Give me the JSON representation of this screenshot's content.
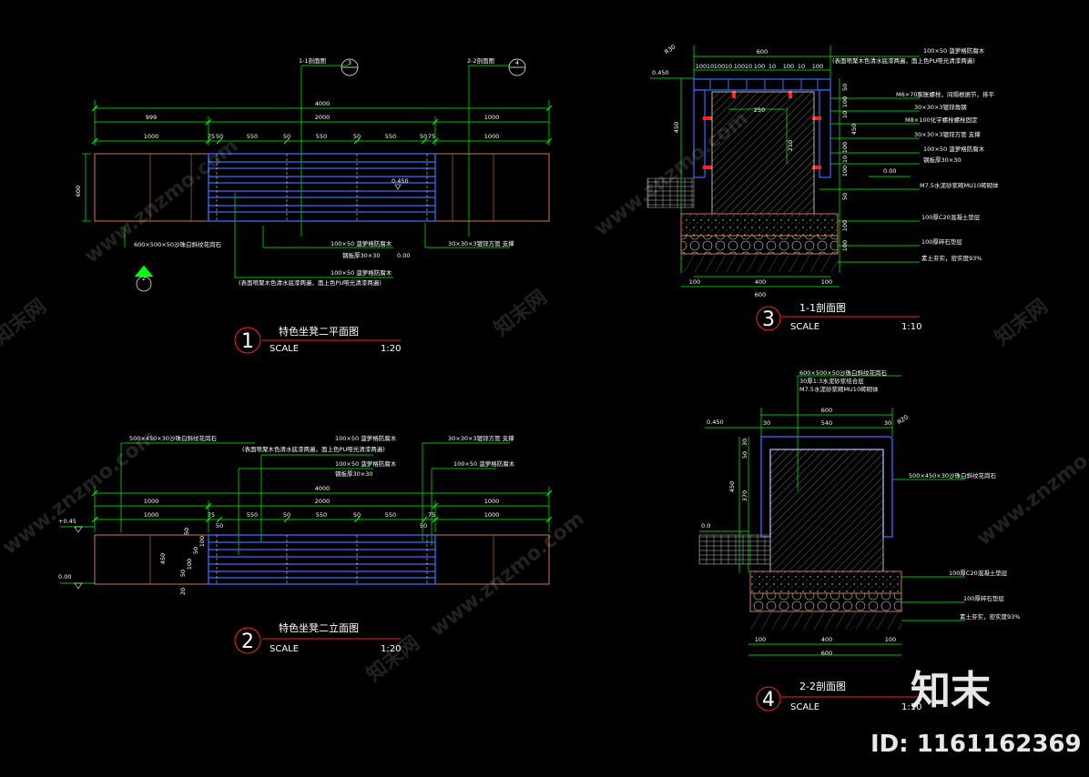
{
  "colors": {
    "background": "#000000",
    "dimension": "#00ff00",
    "outline": "#c87850",
    "slats": "#3a6cff",
    "title_line": "#ff2020",
    "leader": "#00ff00",
    "hatch": "#bbbbbb"
  },
  "watermark": {
    "logo": "知末",
    "id": "ID: 1161162369",
    "pattern": "www.znzmo.com",
    "pattern_cn": "知末网"
  },
  "plan": {
    "title": "特色坐凳二平面图",
    "scale_label": "SCALE",
    "scale": "1:20",
    "number": "1",
    "sec1": "1-1剖面图",
    "sec1_no": "3",
    "sec2": "2-2剖面图",
    "sec2_no": "4",
    "dims_total": "4000",
    "dims_row1": [
      "999",
      "2000",
      "1000"
    ],
    "dims_row2": [
      "1000",
      "75",
      "50",
      "550",
      "50",
      "550",
      "50",
      "550",
      "50",
      "75",
      "1000"
    ],
    "side_dim": "600",
    "level": "0.450",
    "level2": "0.00",
    "view_no": "2",
    "notes": [
      "600×500×50沙珠白斜纹花岗石",
      "100×50 菠萝格防腐木",
      "钢板厚30×30",
      "30×30×3镀锌方管 支撑",
      "100×50 菠萝格防腐木",
      "(表面喷聚木色清水底漆两遍，面上色PU哑光清漆两遍)"
    ]
  },
  "elevation": {
    "title": "特色坐凳二立面图",
    "scale_label": "SCALE",
    "scale": "1:20",
    "number": "2",
    "dims_total": "4000",
    "dims_row1": [
      "1000",
      "2000",
      "1000"
    ],
    "dims_row2": [
      "1000",
      "75",
      "50",
      "550",
      "50",
      "550",
      "50",
      "550",
      "50",
      "75",
      "1000"
    ],
    "level_top": "+0.45",
    "level_bottom": "0.00",
    "side_dims": [
      "50",
      "450",
      "20",
      "50",
      "100",
      "50",
      "100"
    ],
    "notes": [
      "500×450×30沙珠白斜纹花岗石",
      "100×50 菠萝格防腐木",
      "(表面喷聚木色清水底漆两遍，面上色PU哑光清漆两遍)",
      "100×50 菠萝格防腐木",
      "钢板厚30×30",
      "30×30×3镀锌方管 支撑",
      "100×50 菠萝格防腐木"
    ]
  },
  "section1": {
    "title": "1-1剖面图",
    "scale_label": "SCALE",
    "scale": "1:10",
    "number": "3",
    "radius": "R30",
    "level": "0.450",
    "level2": "0.00",
    "top_dims": [
      "600",
      "100",
      "10",
      "100",
      "10",
      "100",
      "10",
      "100",
      "10",
      "100",
      "10",
      "100"
    ],
    "inner_dims": [
      "250",
      "210"
    ],
    "side_dims": [
      "450"
    ],
    "right_dims": [
      "50",
      "100",
      "10",
      "100",
      "450",
      "10",
      "100",
      "50",
      "100",
      "100"
    ],
    "bottom_dims": [
      "100",
      "400",
      "100",
      "600"
    ],
    "notes": [
      "100×50 菠萝格防腐木",
      "(表面喷聚木色清水底漆两遍，面上色PU哑光清漆两遍)",
      "M6×70膨胀螺栓，间隔根据节，排平",
      "30×30×3镀锌角钢",
      "M8×100化学螺栓螺栓固定",
      "30×30×3镀锌方管 支撑",
      "100×50 菠萝格防腐木",
      "钢板厚30×30",
      "M7.5水泥砂浆砌MU10砖砌体",
      "100厚C20混凝土垫层",
      "100厚碎石垫层",
      "素土夯实，密实度93%"
    ]
  },
  "section2": {
    "title": "2-2剖面图",
    "scale_label": "SCALE",
    "scale": "1:10",
    "number": "4",
    "radius": "R20",
    "level": "0.450",
    "level2": "0.0",
    "top_dims": [
      "600",
      "30",
      "540",
      "30"
    ],
    "side_dims": [
      "30",
      "50",
      "370",
      "450"
    ],
    "bottom_dims": [
      "100",
      "400",
      "100",
      "600"
    ],
    "notes_top": [
      "600×500×50沙珠白斜纹花岗石",
      "30厚1:3水泥砂浆结合层",
      "M7.5水泥砂浆砌MU10砖砌体"
    ],
    "notes": [
      "500×450×30沙珠白斜纹花岗石",
      "100厚C20混凝土垫层",
      "100厚碎石垫层",
      "素土夯实，密实度93%"
    ]
  }
}
